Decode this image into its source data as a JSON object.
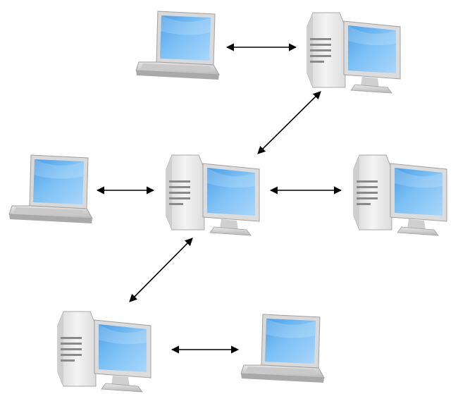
{
  "diagram": {
    "nodes": [
      {
        "id": "laptop-top",
        "kind": "laptop"
      },
      {
        "id": "desktop-top-right",
        "kind": "desktop"
      },
      {
        "id": "laptop-middle-left",
        "kind": "laptop"
      },
      {
        "id": "desktop-center",
        "kind": "desktop"
      },
      {
        "id": "desktop-middle-right",
        "kind": "desktop"
      },
      {
        "id": "desktop-bottom-left",
        "kind": "desktop"
      },
      {
        "id": "laptop-bottom-right",
        "kind": "laptop"
      }
    ],
    "edges": [
      {
        "from": "laptop-top",
        "to": "desktop-top-right",
        "direction": "bidirectional"
      },
      {
        "from": "desktop-top-right",
        "to": "desktop-center",
        "direction": "bidirectional"
      },
      {
        "from": "laptop-middle-left",
        "to": "desktop-center",
        "direction": "bidirectional"
      },
      {
        "from": "desktop-center",
        "to": "desktop-middle-right",
        "direction": "bidirectional"
      },
      {
        "from": "desktop-center",
        "to": "desktop-bottom-left",
        "direction": "bidirectional"
      },
      {
        "from": "desktop-bottom-left",
        "to": "laptop-bottom-right",
        "direction": "bidirectional"
      }
    ]
  },
  "colors": {
    "screen": "#6fb6f2",
    "screen_light": "#c9e6ff",
    "case": "#e9e9e9",
    "case_shadow": "#c4c4c4",
    "keyboard": "#bcbcbc",
    "arrow": "#000000"
  }
}
